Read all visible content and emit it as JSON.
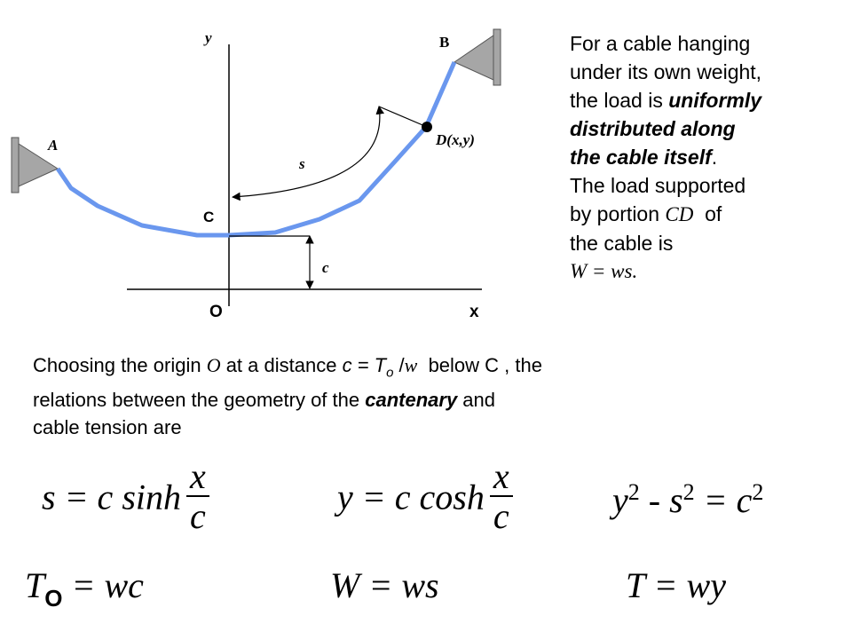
{
  "diagram": {
    "labels": {
      "y": "y",
      "b": "B",
      "a": "A",
      "d": "D(x,y)",
      "s": "s",
      "c_point": "C",
      "c_dist": "c",
      "origin": "O",
      "x": "x"
    },
    "colors": {
      "cable": "#6a97ee",
      "support": "#a6a6a6",
      "support_edge": "#555555",
      "axis": "#000000"
    }
  },
  "description": {
    "line1": "For a cable hanging",
    "line2": "under its own weight,",
    "line3_plain": "the load is ",
    "line3_emph": "uniformly",
    "line4_emph": "distributed along",
    "line5_emph": "the cable itself",
    "line5_end": ".",
    "line6": "The load supported",
    "line7_pre": "by portion ",
    "line7_var": "CD",
    "line7_post": "  of",
    "line8": "the cable is",
    "line9": "W = ws."
  },
  "origin_text": {
    "l1_a": "Choosing the origin ",
    "l1_O": "O",
    "l1_b": " at a distance ",
    "l1_c": "c",
    "l1_eq": " = T",
    "l1_sub": "o",
    "l1_slash": " /",
    "l1_w": "w",
    "l1_d": "  below C , the",
    "l2_a": "relations between the geometry of the ",
    "l2_emph": "cantenary",
    "l2_b": " and",
    "l3": "cable tension are"
  },
  "equations": {
    "e1_lhs": "s = c sinh",
    "e1_num": "x",
    "e1_den": "c",
    "e2_lhs": "y = c cosh",
    "e2_num": "x",
    "e2_den": "c",
    "e3_y": "y",
    "e3_p1": "2",
    "e3_mid": " - s",
    "e3_p2": "2",
    "e3_eq": " = c",
    "e3_p3": "2",
    "e4_T": "T",
    "e4_sub": "O",
    "e4_rhs": " = wc",
    "e5": "W = ws",
    "e6": "T = wy"
  }
}
